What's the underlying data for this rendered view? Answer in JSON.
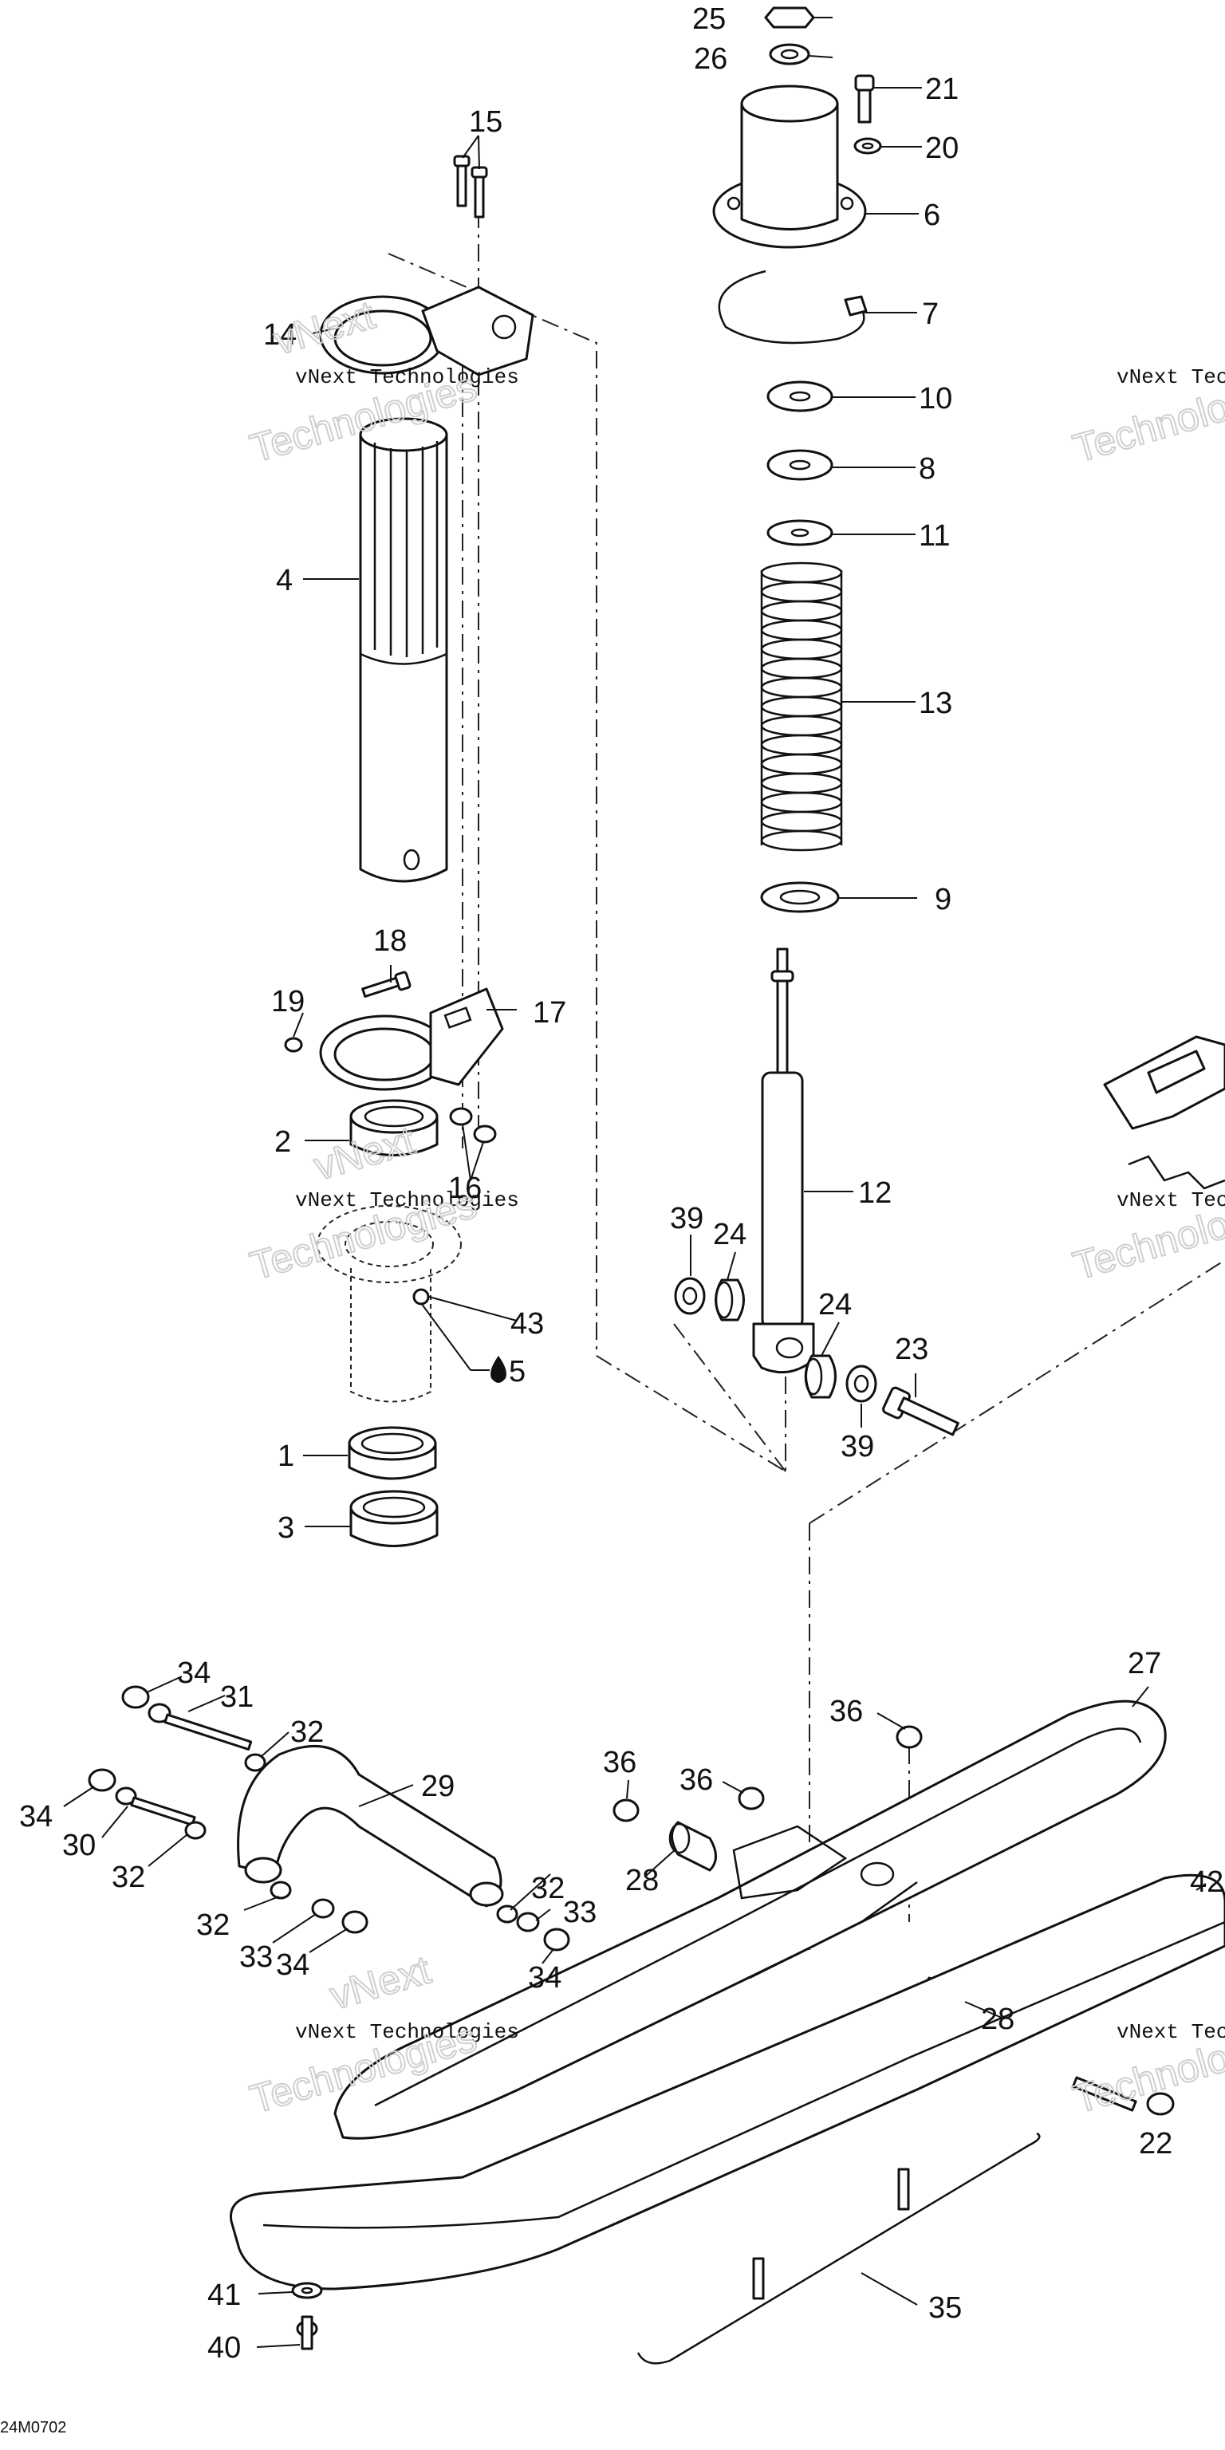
{
  "diagram_code": "24M0702",
  "watermark": {
    "line1": "vNext Technologies",
    "line2": "Technologies",
    "line3": "vNext"
  },
  "callouts": {
    "c1": "1",
    "c2": "2",
    "c3": "3",
    "c4": "4",
    "c5": "5",
    "c6": "6",
    "c7": "7",
    "c8": "8",
    "c9": "9",
    "c10": "10",
    "c11": "11",
    "c12": "12",
    "c13": "13",
    "c14": "14",
    "c15": "15",
    "c16": "16",
    "c17": "17",
    "c18": "18",
    "c19": "19",
    "c20": "20",
    "c21": "21",
    "c22": "22",
    "c23": "23",
    "c24": "24",
    "c25": "25",
    "c26": "26",
    "c27": "27",
    "c28": "28",
    "c29": "29",
    "c30": "30",
    "c31": "31",
    "c32": "32",
    "c33": "33",
    "c34": "34",
    "c35": "35",
    "c36": "36",
    "c39": "39",
    "c40": "40",
    "c41": "41",
    "c42": "42",
    "c43": "43"
  },
  "icons": {
    "lubricant": "oil-drop-icon"
  }
}
